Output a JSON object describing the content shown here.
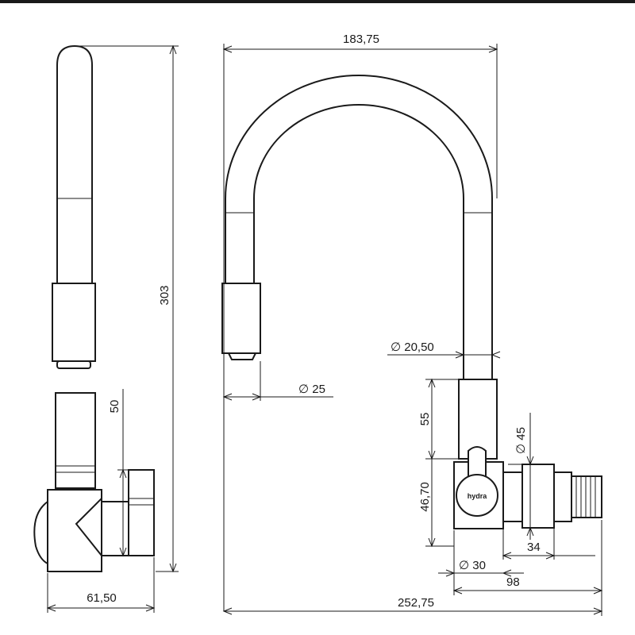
{
  "dimensions": {
    "side_height": "303",
    "side_lower_height": "50",
    "side_base_width": "61,50",
    "top_width": "183,75",
    "spout_diameter": "∅ 20,50",
    "nozzle_diameter": "∅ 25",
    "body_height": "55",
    "handle_diameter": "∅ 45",
    "base_height": "46,70",
    "connector_length": "34",
    "base_diameter": "∅ 30",
    "total_projection": "98",
    "overall_width": "252,75"
  },
  "brand_label": "hydra",
  "colors": {
    "line": "#1a1a1a",
    "background": "#ffffff"
  }
}
